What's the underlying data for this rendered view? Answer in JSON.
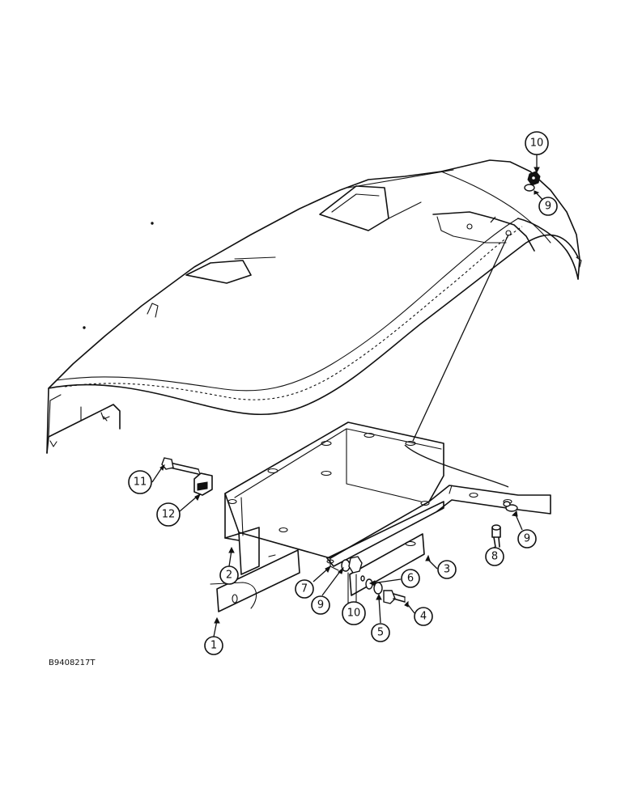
{
  "drawing_code": "B9408217T",
  "callouts": [
    {
      "id": "c1",
      "label": "1"
    },
    {
      "id": "c2",
      "label": "2"
    },
    {
      "id": "c3",
      "label": "3"
    },
    {
      "id": "c4",
      "label": "4"
    },
    {
      "id": "c5",
      "label": "5"
    },
    {
      "id": "c6",
      "label": "6"
    },
    {
      "id": "c7",
      "label": "7"
    },
    {
      "id": "c8",
      "label": "8"
    },
    {
      "id": "c9a",
      "label": "9"
    },
    {
      "id": "c9b",
      "label": "9"
    },
    {
      "id": "c9c",
      "label": "9"
    },
    {
      "id": "c10a",
      "label": "10"
    },
    {
      "id": "c10b",
      "label": "10"
    },
    {
      "id": "c11",
      "label": "11"
    },
    {
      "id": "c12",
      "label": "12"
    }
  ]
}
